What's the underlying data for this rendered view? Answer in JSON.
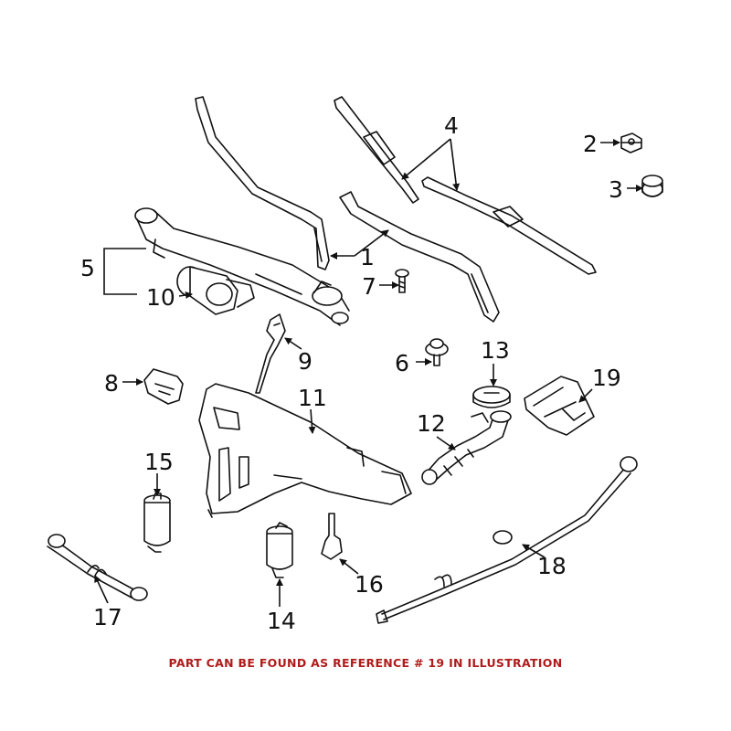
{
  "callouts": [
    "1",
    "2",
    "3",
    "4",
    "5",
    "6",
    "7",
    "8",
    "9",
    "10",
    "11",
    "12",
    "13",
    "14",
    "15",
    "16",
    "17",
    "18",
    "19"
  ],
  "footnote": "PART CAN BE FOUND AS REFERENCE # 19 IN ILLUSTRATION",
  "colors": {
    "line": "#111111",
    "footnote": "#b01c1c",
    "background": "#ffffff"
  }
}
